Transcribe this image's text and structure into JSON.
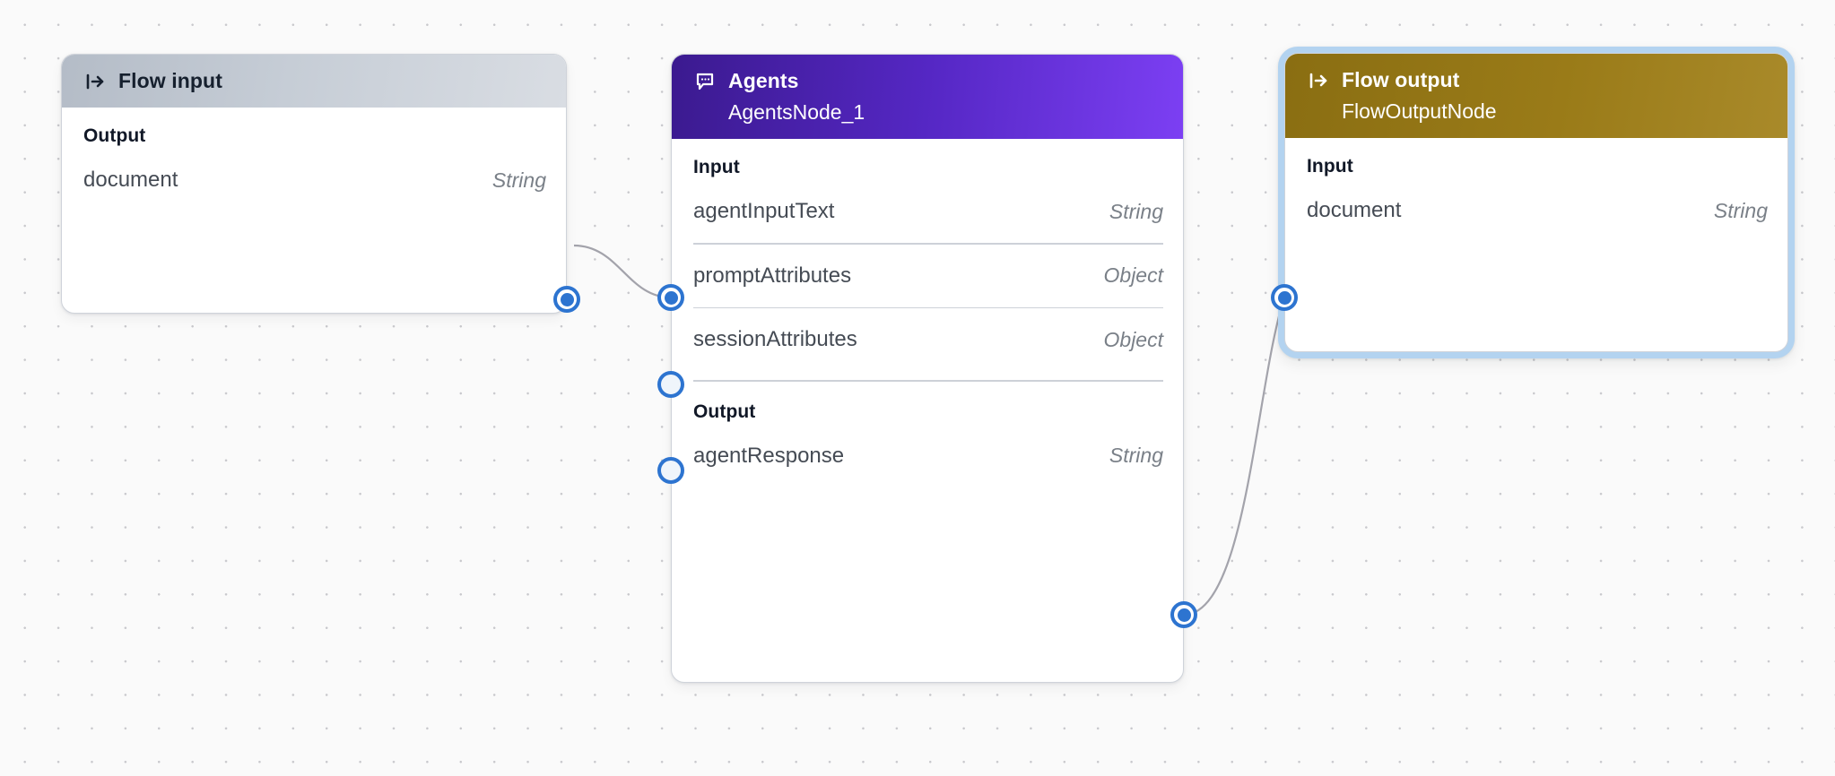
{
  "canvas": {
    "background_color": "#fafafa",
    "grid_dot_color": "#c8c8cc",
    "edge_color": "#a3a3ab"
  },
  "theme": {
    "port_blue": "#2d74d0",
    "selection_blue": "#b3d3f0",
    "flow_io_header_from": "#b4bcc7",
    "flow_io_header_to": "#d9dde3",
    "agents_header_from": "#3b1a8f",
    "agents_header_to": "#7c3ff3",
    "flow_output_header_from": "#8a6e12",
    "flow_output_header_to": "#a98a2a"
  },
  "nodes": [
    {
      "id": "flow-input",
      "title": "Flow input",
      "subtitle": "",
      "icon": "flow-input-arrow-icon",
      "selected": false,
      "sections": [
        {
          "label": "Output",
          "ports": [
            {
              "name": "document",
              "type": "String",
              "side": "right",
              "connected": true
            }
          ]
        }
      ]
    },
    {
      "id": "agents",
      "title": "Agents",
      "subtitle": "AgentsNode_1",
      "icon": "speech-bubble-icon",
      "selected": false,
      "sections": [
        {
          "label": "Input",
          "ports": [
            {
              "name": "agentInputText",
              "type": "String",
              "side": "left",
              "connected": true
            },
            {
              "name": "promptAttributes",
              "type": "Object",
              "side": "left",
              "connected": false
            },
            {
              "name": "sessionAttributes",
              "type": "Object",
              "side": "left",
              "connected": false
            }
          ]
        },
        {
          "label": "Output",
          "ports": [
            {
              "name": "agentResponse",
              "type": "String",
              "side": "right",
              "connected": true
            }
          ]
        }
      ]
    },
    {
      "id": "flow-output",
      "title": "Flow output",
      "subtitle": "FlowOutputNode",
      "icon": "flow-output-arrow-icon",
      "selected": true,
      "sections": [
        {
          "label": "Input",
          "ports": [
            {
              "name": "document",
              "type": "String",
              "side": "left",
              "connected": true
            }
          ]
        }
      ]
    }
  ],
  "edges": [
    {
      "id": "edge-1",
      "from": "flow-input.document",
      "to": "agents.agentInputText"
    },
    {
      "id": "edge-2",
      "from": "agents.agentResponse",
      "to": "flow-output.document"
    }
  ]
}
